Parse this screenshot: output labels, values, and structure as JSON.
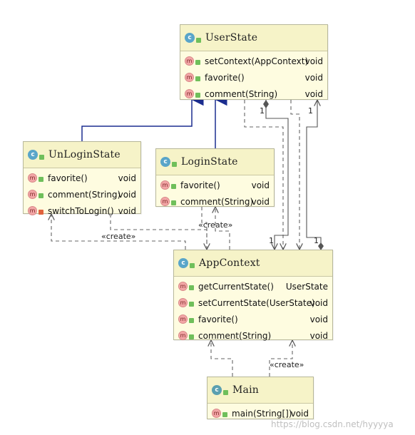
{
  "classes": {
    "user_state": {
      "name": "UserState",
      "methods": [
        {
          "sig": "setContext(AppContext)",
          "ret": "void"
        },
        {
          "sig": "favorite()",
          "ret": "void"
        },
        {
          "sig": "comment(String)",
          "ret": "void"
        }
      ]
    },
    "unlogin_state": {
      "name": "UnLoginState",
      "methods": [
        {
          "sig": "favorite()",
          "ret": "void"
        },
        {
          "sig": "comment(String)",
          "ret": "void"
        },
        {
          "sig": "switchToLogin()",
          "ret": "void"
        }
      ]
    },
    "login_state": {
      "name": "LoginState",
      "methods": [
        {
          "sig": "favorite()",
          "ret": "void"
        },
        {
          "sig": "comment(String)",
          "ret": "void"
        }
      ]
    },
    "app_context": {
      "name": "AppContext",
      "methods": [
        {
          "sig": "getCurrentState()",
          "ret": "UserState"
        },
        {
          "sig": "setCurrentState(UserState)",
          "ret": "void"
        },
        {
          "sig": "favorite()",
          "ret": "void"
        },
        {
          "sig": "comment(String)",
          "ret": "void"
        }
      ]
    },
    "main": {
      "name": "Main",
      "methods": [
        {
          "sig": "main(String[])",
          "ret": "void"
        }
      ]
    }
  },
  "icons": {
    "class_icon_letter": "c",
    "method_icon_letter": "m"
  },
  "edge_labels": {
    "create_1": "«create»",
    "create_2": "«create»",
    "create_3": "«create»",
    "mult_us_1": "1",
    "mult_us_2": "1",
    "mult_ac_1": "1",
    "mult_ac_2": "1"
  },
  "watermark": "https://blog.csdn.net/hyyyya",
  "colors": {
    "class_bg": "#fefce0",
    "inheritance": "#1b2d8f",
    "dependency": "#666666"
  }
}
